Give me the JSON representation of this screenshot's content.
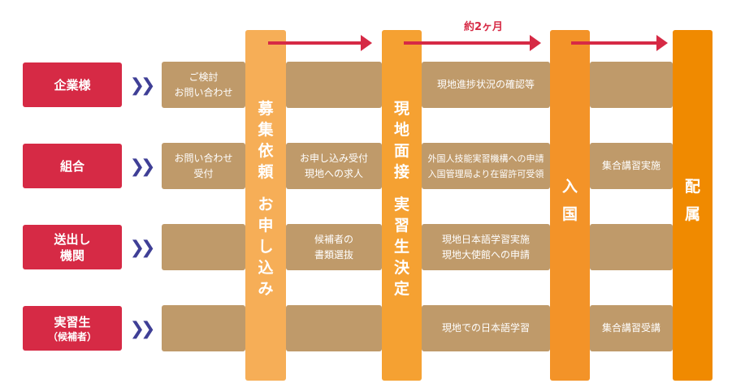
{
  "rows": [
    {
      "label": [
        "企業様"
      ],
      "sub": ""
    },
    {
      "label": [
        "組合"
      ],
      "sub": ""
    },
    {
      "label": [
        "送出し",
        "機関"
      ],
      "sub": ""
    },
    {
      "label": [
        "実習生"
      ],
      "sub": "（候補者）"
    }
  ],
  "columns": {
    "recruit": [
      "募",
      "集",
      "依",
      "頼",
      "",
      "お",
      "申",
      "し",
      "込",
      "み"
    ],
    "decide": [
      "現",
      "地",
      "面",
      "接",
      "",
      "実",
      "習",
      "生",
      "決",
      "定"
    ],
    "entry": [
      "入",
      "国"
    ],
    "assign": [
      "配",
      "属"
    ]
  },
  "cells": {
    "a": [
      [
        "ご検討",
        "お問い合わせ"
      ],
      [
        "お問い合わせ",
        "受付"
      ],
      [],
      []
    ],
    "b": [
      [],
      [
        "お申し込み受付",
        "現地への求人"
      ],
      [
        "候補者の",
        "書類選抜"
      ],
      []
    ],
    "c": [
      [
        "現地進捗状況の確認等"
      ],
      [
        "外国人技能実習機構への申請",
        "入国管理局より在留許可受領"
      ],
      [
        "現地日本語学習実施",
        "現地大使館への申請"
      ],
      [
        "現地での日本語学習"
      ]
    ],
    "d": [
      [],
      [
        "集合講習実施"
      ],
      [],
      [
        "集合講習受講"
      ]
    ]
  },
  "duration_note": "約2ヶ月",
  "colors": {
    "label_red": "#d62a45",
    "chevron": "#3f3f96",
    "cell_tan": "#bf9a6a",
    "orange": "#f39328"
  }
}
